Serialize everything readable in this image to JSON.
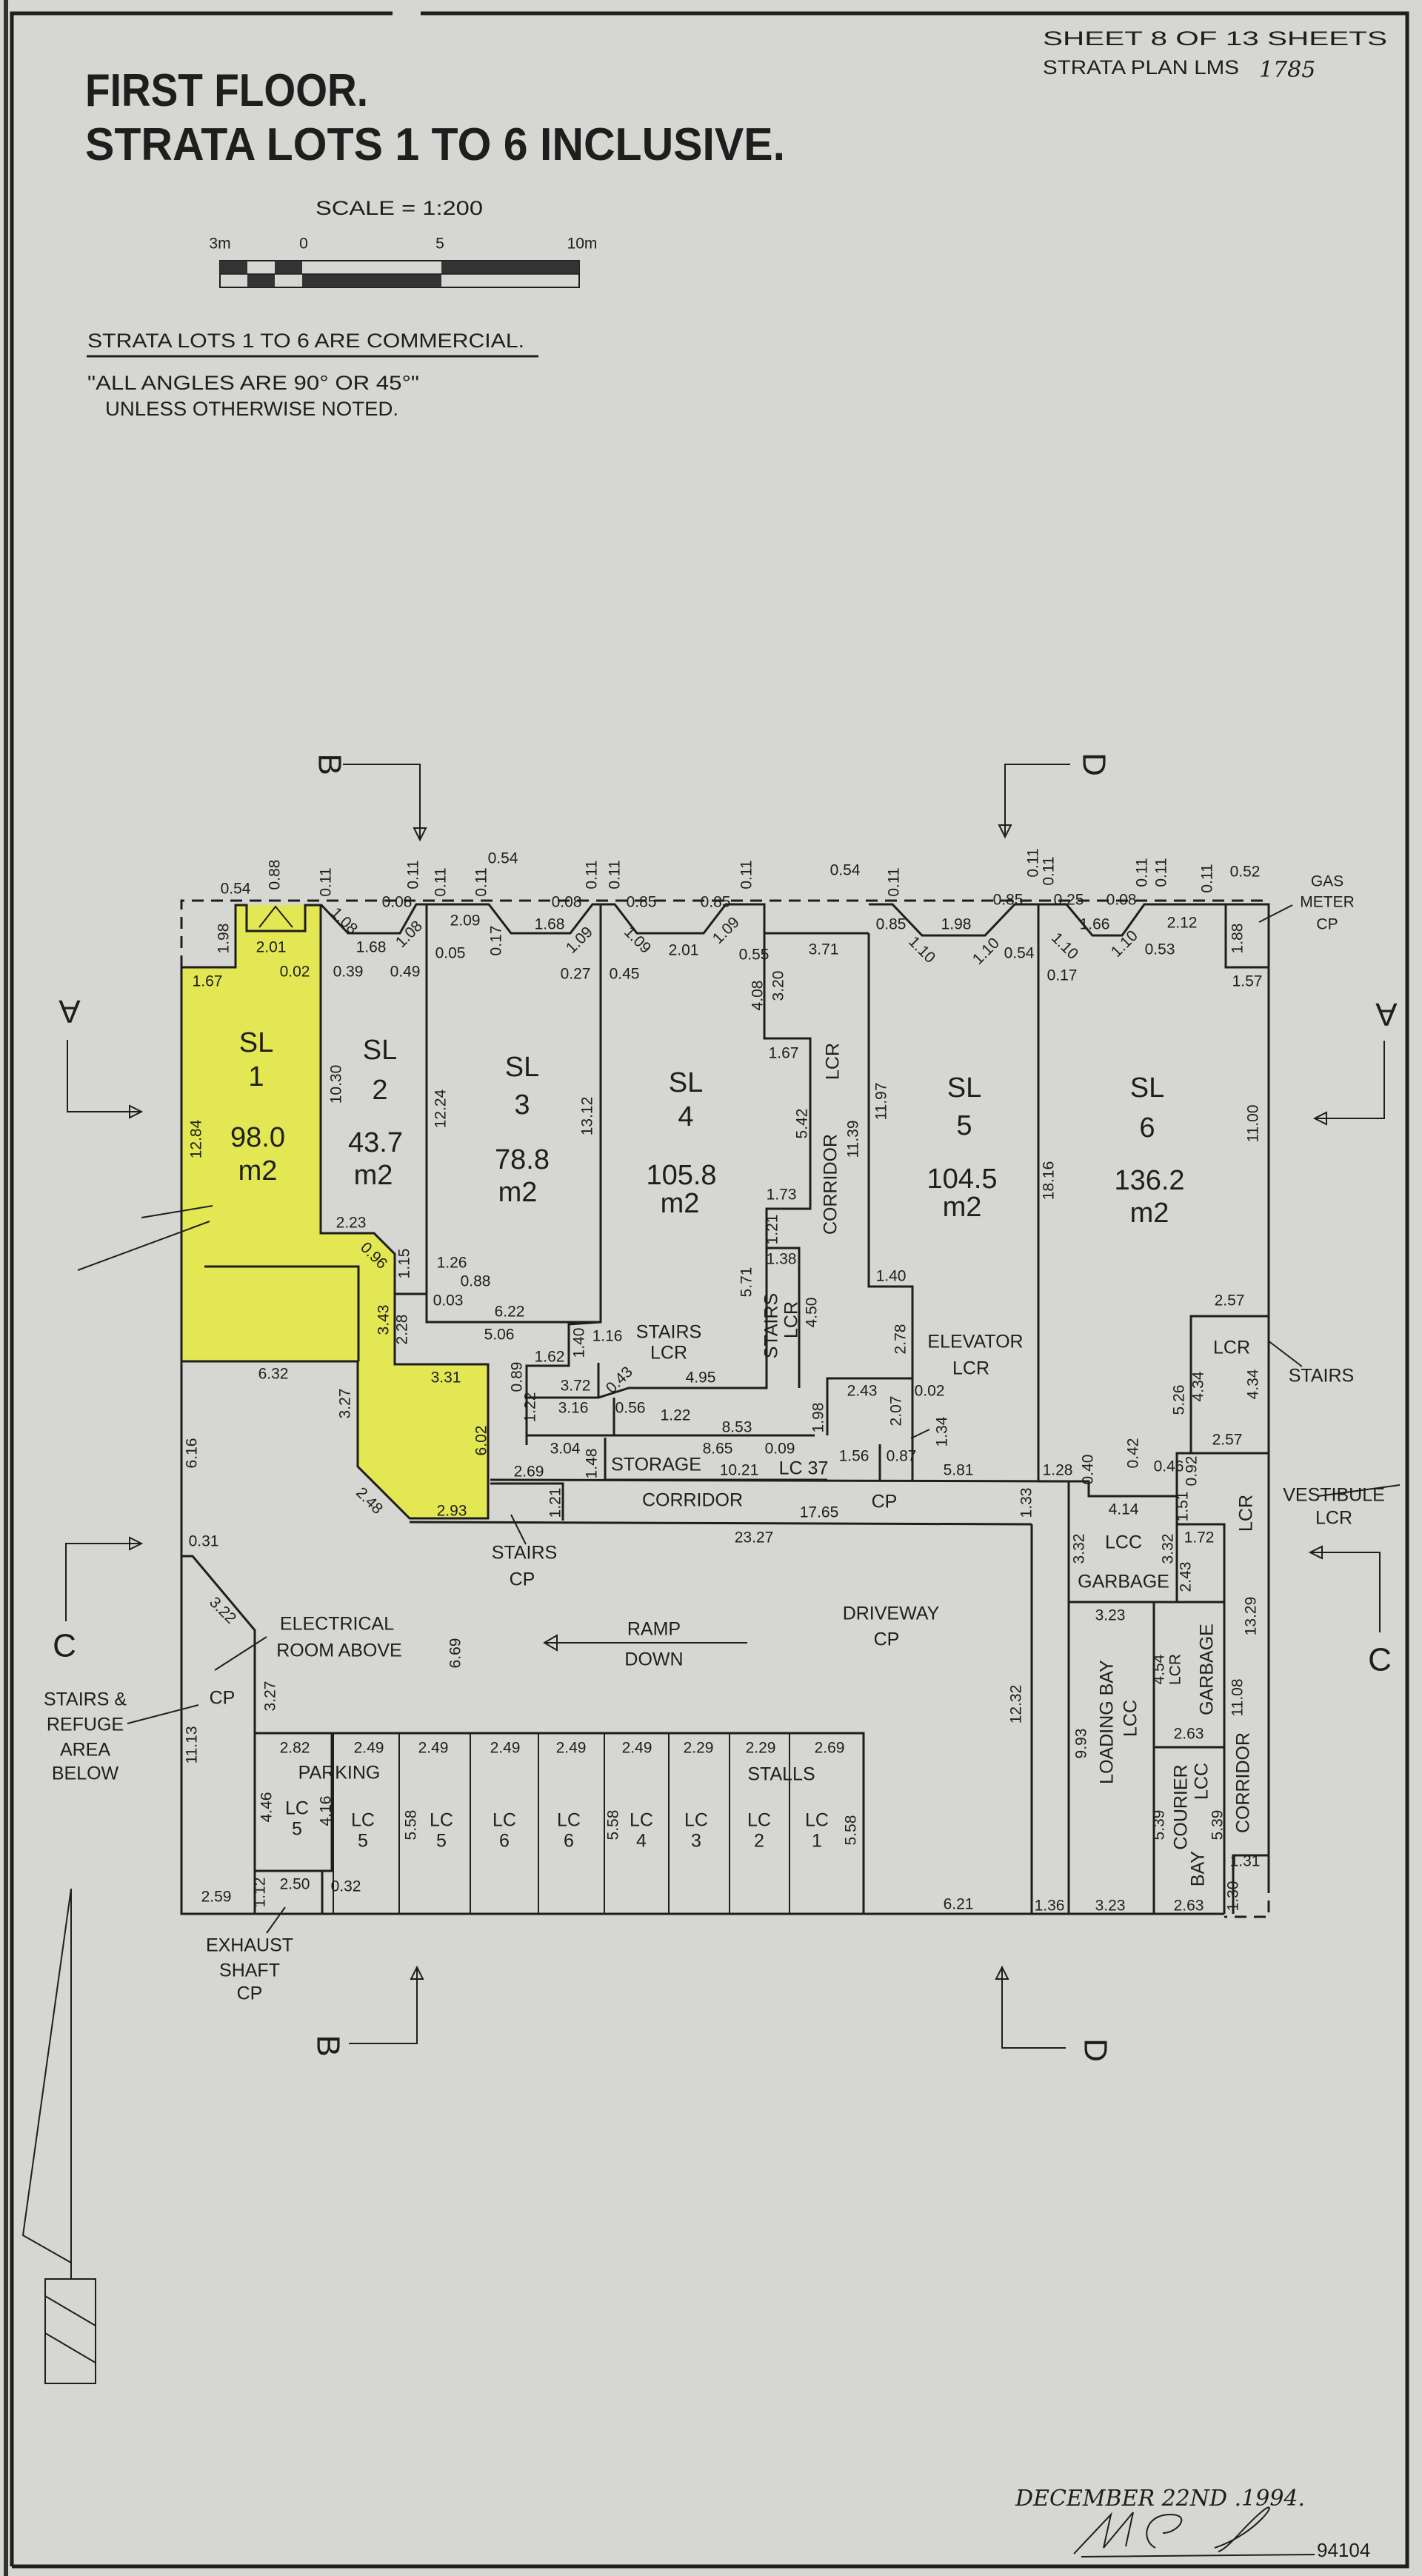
{
  "header": {
    "title_line1": "FIRST FLOOR.",
    "title_line2": "STRATA LOTS 1 TO 6 INCLUSIVE.",
    "sheet": "SHEET  8  OF  13  SHEETS",
    "plan": "STRATA PLAN LMS",
    "plan_number": "1785",
    "scale": "SCALE = 1:200",
    "scale_ticks": [
      "3m",
      "0",
      "5",
      "10m"
    ],
    "note_commercial": "STRATA LOTS 1 TO 6 ARE COMMERCIAL.",
    "note_angles_1": "\"ALL ANGLES ARE 90° OR 45°\"",
    "note_angles_2": "UNLESS OTHERWISE NOTED."
  },
  "lots": [
    {
      "sl": "SL",
      "num": "1",
      "area": "98.0",
      "unit": "m2"
    },
    {
      "sl": "SL",
      "num": "2",
      "area": "43.7",
      "unit": "m2"
    },
    {
      "sl": "SL",
      "num": "3",
      "area": "78.8",
      "unit": "m2"
    },
    {
      "sl": "SL",
      "num": "4",
      "area": "105.8",
      "unit": "m2"
    },
    {
      "sl": "SL",
      "num": "5",
      "area": "104.5",
      "unit": "m2"
    },
    {
      "sl": "SL",
      "num": "6",
      "area": "136.2",
      "unit": "m2"
    }
  ],
  "highlight_color": "#e4ea3c",
  "rooms": {
    "s4_stairs": "STAIRS",
    "s4_lcr": "LCR",
    "stairs_v": "STAIRS",
    "stairs_v_lcr": "LCR",
    "corridor_v": "CORRIDOR",
    "corridor_v_lcr": "LCR",
    "elevator": "ELEVATOR",
    "elevator_lcr": "LCR",
    "sl6_lcr": "LCR",
    "sl6_stairs": "STAIRS",
    "gas1": "GAS",
    "gas2": "METER",
    "gas3": "CP",
    "storage": "STORAGE",
    "lc37": "LC 37",
    "corridor": "CORRIDOR",
    "corridor_cp": "CP",
    "stairs_cp1": "STAIRS",
    "stairs_cp2": "CP",
    "elec1": "ELECTRICAL",
    "elec2": "ROOM  ABOVE",
    "ramp1": "RAMP",
    "ramp2": "DOWN",
    "cp_left": "CP",
    "refuge1": "STAIRS &",
    "refuge2": "REFUGE",
    "refuge3": "AREA",
    "refuge4": "BELOW",
    "driveway": "DRIVEWAY",
    "driveway_cp": "CP",
    "lcc": "LCC",
    "garbage": "GARBAGE",
    "vestibule": "VESTIBULE",
    "vestibule_lcr": "LCR",
    "lcr_v": "LCR",
    "loading": "LOADING  BAY",
    "loading_lcc": "LCC",
    "lcr_v2": "LCR",
    "garbage_v": "GARBAGE",
    "courier": "COURIER",
    "courier_bay": "BAY",
    "courier_lcc": "LCC",
    "corridor_v2": "CORRIDOR",
    "parking": "PARKING",
    "stalls": "STALLS",
    "exhaust1": "EXHAUST",
    "exhaust2": "SHAFT",
    "exhaust3": "CP"
  },
  "stalls": [
    {
      "lc": "LC",
      "n": "5"
    },
    {
      "lc": "LC",
      "n": "5"
    },
    {
      "lc": "LC",
      "n": "5"
    },
    {
      "lc": "LC",
      "n": "6"
    },
    {
      "lc": "LC",
      "n": "6"
    },
    {
      "lc": "LC",
      "n": "4"
    },
    {
      "lc": "LC",
      "n": "3"
    },
    {
      "lc": "LC",
      "n": "2"
    },
    {
      "lc": "LC",
      "n": "1"
    }
  ],
  "sections": {
    "a": "A",
    "b": "B",
    "c": "C",
    "d": "D"
  },
  "dims": [
    "0.54",
    "0.88",
    "0.11",
    "1.98",
    "2.01",
    "1.67",
    "0.02",
    "0.39",
    "0.49",
    "1.08",
    "0.08",
    "0.11",
    "1.68",
    "1.08",
    "0.11",
    "0.05",
    "2.09",
    "0.11",
    "0.54",
    "0.17",
    "0.08",
    "1.68",
    "0.11",
    "0.11",
    "0.85",
    "0.85",
    "0.11",
    "1.09",
    "1.09",
    "2.01",
    "1.09",
    "0.55",
    "0.27",
    "0.45",
    "4.08",
    "3.20",
    "10.30",
    "12.84",
    "12.24",
    "13.12",
    "5.42",
    "1.67",
    "1.73",
    "2.23",
    "0.96",
    "1.15",
    "1.26",
    "0.88",
    "0.03",
    "6.22",
    "5.06",
    "3.43",
    "2.28",
    "1.21",
    "1.38",
    "5.71",
    "4.50",
    "1.40",
    "1.16",
    "1.62",
    "0.89",
    "3.72",
    "0.43",
    "4.95",
    "1.22",
    "3.16",
    "0.56",
    "1.22",
    "8.53",
    "6.32",
    "3.27",
    "3.31",
    "6.02",
    "6.16",
    "3.04",
    "1.48",
    "8.65",
    "0.09",
    "10.21",
    "2.69",
    "1.21",
    "2.48",
    "2.93",
    "23.27",
    "0.31",
    "3.22",
    "6.69",
    "3.27",
    "11.13",
    "2.82",
    "2.49",
    "2.49",
    "2.49",
    "2.49",
    "2.49",
    "2.29",
    "2.29",
    "2.69",
    "4.46",
    "4.16",
    "5.58",
    "5.58",
    "5.58",
    "1.12",
    "2.50",
    "0.32",
    "2.59",
    "1.56",
    "0.87",
    "1.34",
    "5.81",
    "1.98",
    "17.65",
    "1.33",
    "12.32",
    "6.21",
    "0.54",
    "0.11",
    "0.85",
    "1.10",
    "1.98",
    "1.10",
    "0.85",
    "0.54",
    "0.11",
    "0.11",
    "0.25",
    "1.10",
    "0.17",
    "1.66",
    "0.08",
    "0.11",
    "0.11",
    "1.10",
    "0.53",
    "2.12",
    "0.11",
    "0.52",
    "1.88",
    "1.57",
    "3.71",
    "11.97",
    "11.39",
    "18.16",
    "11.00",
    "1.40",
    "2.78",
    "2.43",
    "0.02",
    "2.07",
    "2.57",
    "4.34",
    "4.34",
    "5.26",
    "1.28",
    "0.40",
    "0.42",
    "0.46",
    "0.92",
    "1.51",
    "2.57",
    "4.14",
    "3.32",
    "3.32",
    "1.72",
    "2.43",
    "3.23",
    "9.93",
    "4.54",
    "2.63",
    "11.08",
    "13.29",
    "5.39",
    "5.39",
    "1.31",
    "1.30",
    "1.36",
    "3.23",
    "2.63"
  ],
  "footer": {
    "date": "DECEMBER 22ND .1994.",
    "signature": "M. G. L.",
    "number": "94104"
  }
}
